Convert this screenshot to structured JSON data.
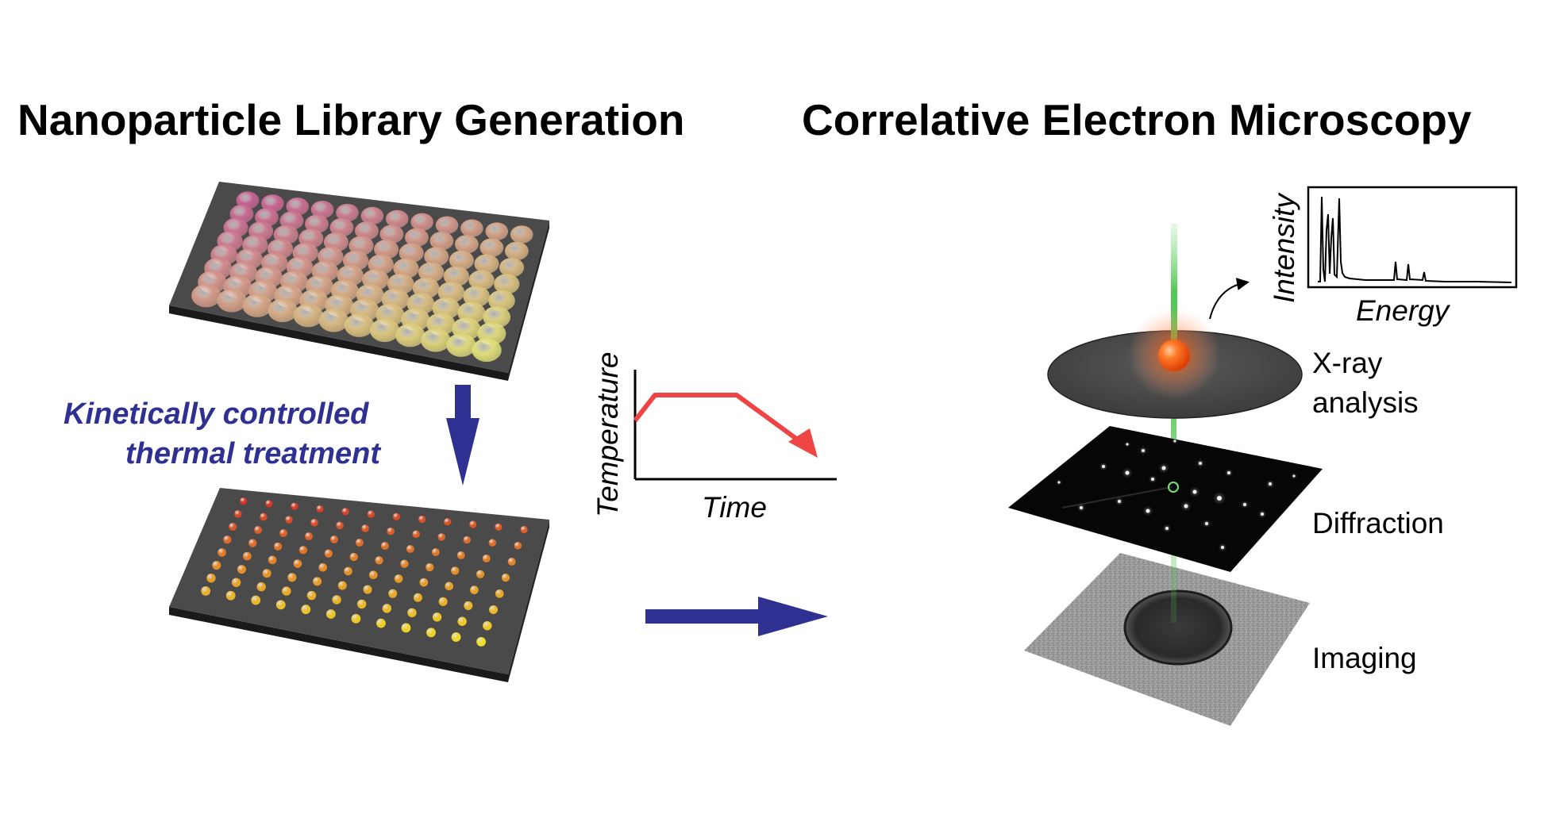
{
  "headings": {
    "left": "Nanoparticle Library Generation",
    "right": "Correlative Electron Microscopy"
  },
  "process_label": {
    "line1": "Kinetically controlled",
    "line2": "thermal treatment"
  },
  "temperature_plot": {
    "ylabel": "Temperature",
    "xlabel": "Time"
  },
  "spectrum_plot": {
    "ylabel": "Intensity",
    "xlabel": "Energy"
  },
  "microscopy_layers": {
    "xray_line1": "X-ray",
    "xray_line2": "analysis",
    "diffraction": "Diffraction",
    "imaging": "Imaging"
  },
  "colors": {
    "arrow_blue": "#2e3192",
    "text_blue": "#2e3192",
    "profile_red": "#ee4444",
    "beam_green": "#4cc44c",
    "particle_orange": "#ff5a1a",
    "substrate_dark": "#4a4a4a"
  },
  "particle_grid": {
    "rows": 8,
    "cols": 12
  }
}
